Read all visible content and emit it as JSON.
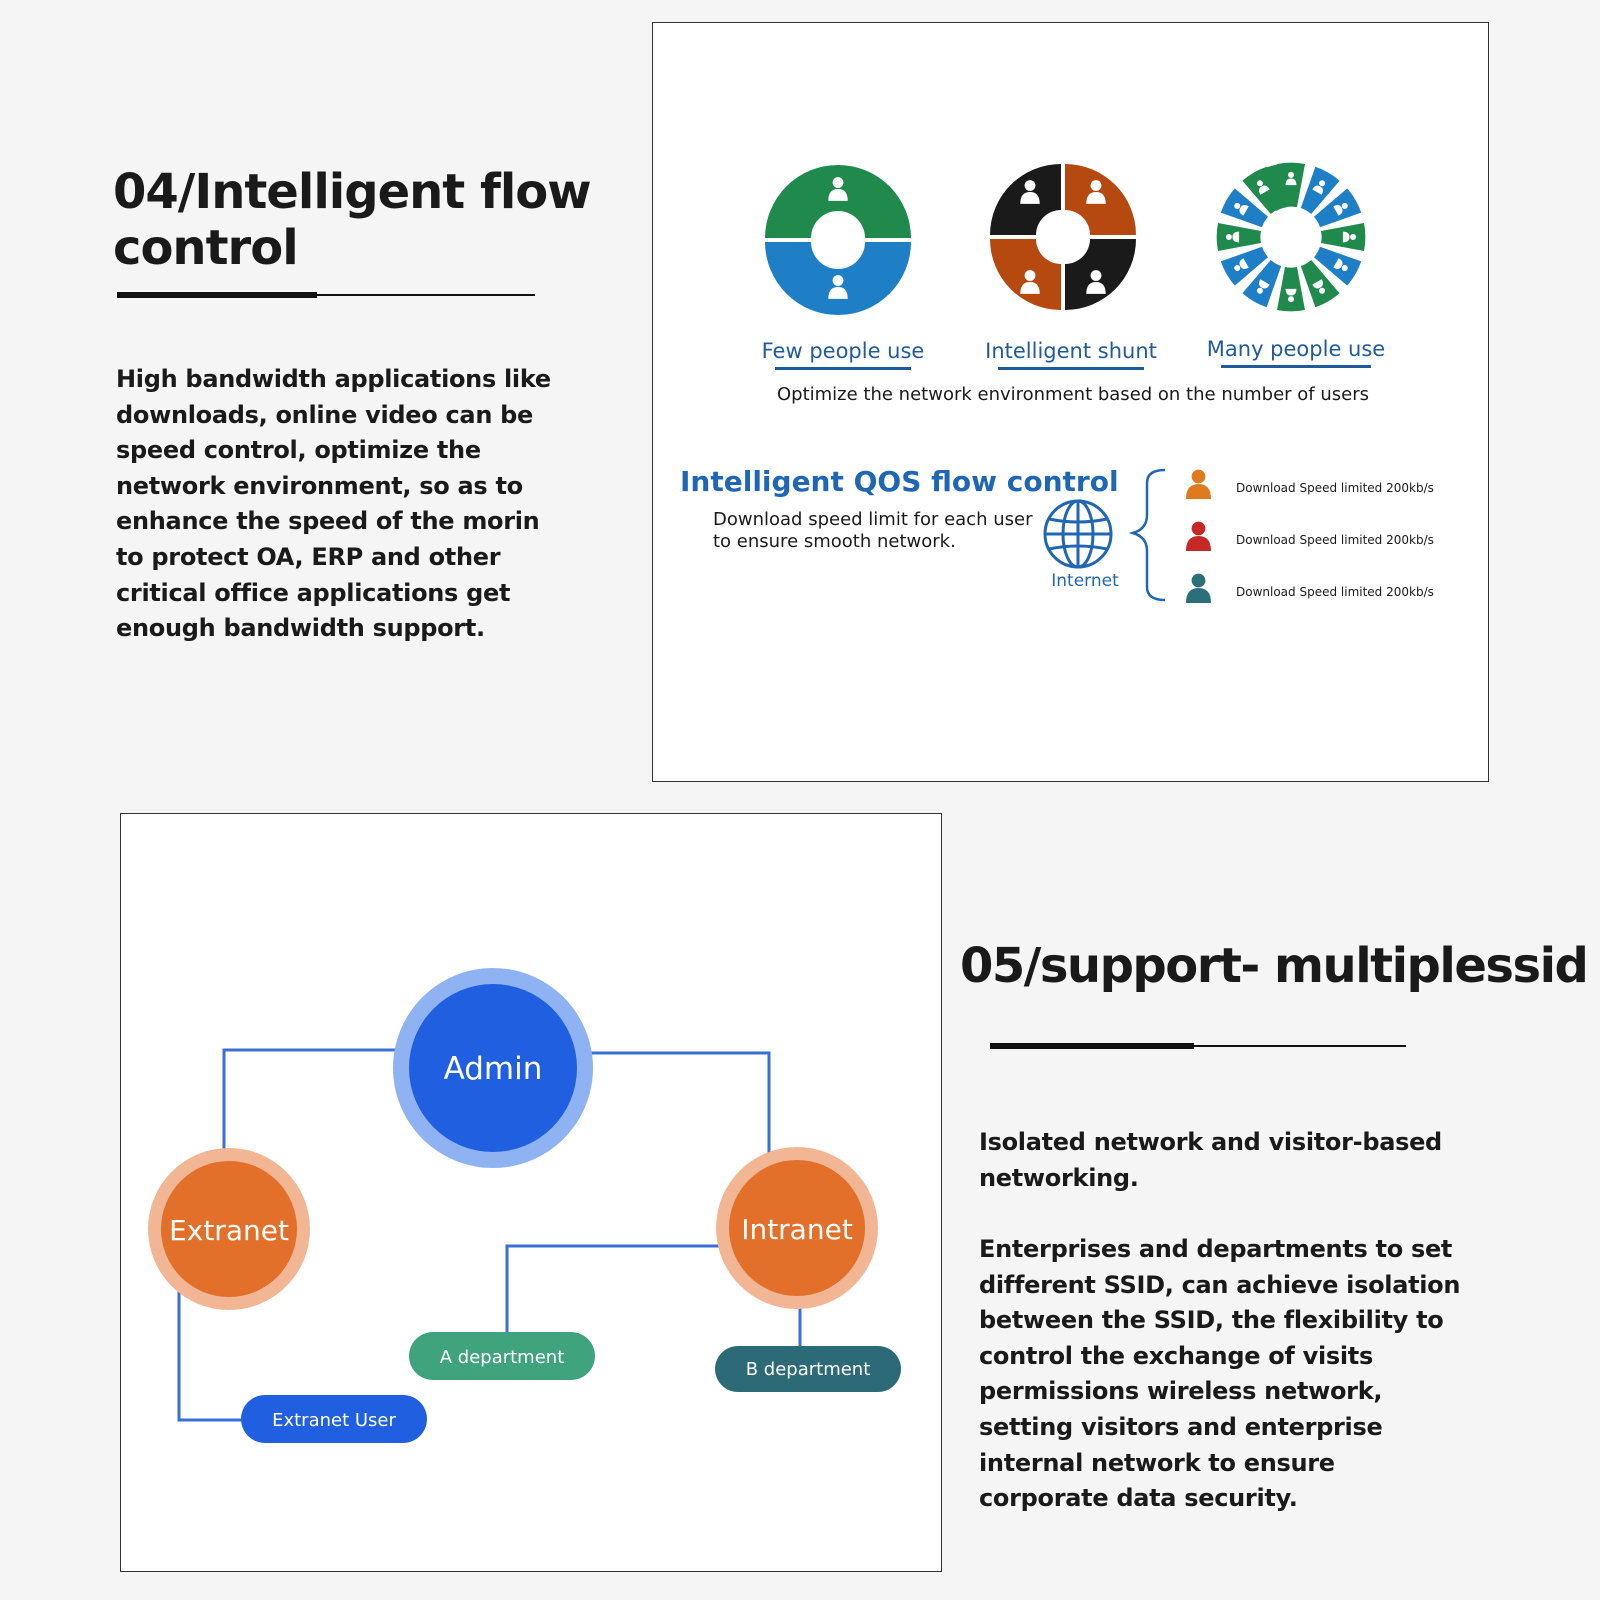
{
  "section_04": {
    "title_line1": "04/Intelligent flow",
    "title_line2": "control",
    "body_lines": [
      "High bandwidth applications like",
      "downloads, online video can be",
      "speed control, optimize the",
      "network environment, so as to",
      "enhance the speed of the morin",
      "to protect OA, ERP and other",
      "critical office applications get",
      "enough bandwidth support."
    ]
  },
  "flow_panel": {
    "rings": [
      {
        "label": "Few people use",
        "colors": [
          "#1f8a4c",
          "#1f7fc6"
        ]
      },
      {
        "label": "Intelligent shunt",
        "colors": [
          "#1a1a1a",
          "#b5490f"
        ]
      },
      {
        "label": "Many people use",
        "colors": [
          "#1f8a4c",
          "#1f7fc6"
        ]
      }
    ],
    "caption": "Optimize the network environment based on the number of users",
    "qos_title": "Intelligent QOS flow control",
    "qos_desc_line1": "Download speed limit for each user",
    "qos_desc_line2": "to ensure smooth network.",
    "internet_label": "Internet",
    "users": [
      {
        "label": "Download Speed limited 200kb/s",
        "color": "#e07a1f"
      },
      {
        "label": "Download Speed limited 200kb/s",
        "color": "#c62828"
      },
      {
        "label": "Download Speed limited 200kb/s",
        "color": "#2a6f7a"
      }
    ]
  },
  "ssid_panel": {
    "admin": "Admin",
    "extranet": "Extranet",
    "intranet": "Intranet",
    "a_department": "A department",
    "b_department": "B department",
    "extranet_user": "Extranet User"
  },
  "section_05": {
    "title": "05/support- multiplessid",
    "para1_lines": [
      "Isolated network and visitor-based",
      "networking."
    ],
    "para2_lines": [
      "Enterprises and departments to set",
      "different SSID, can achieve isolation",
      "between the SSID, the flexibility to",
      "control  the exchange of visits",
      "permissions wireless network,",
      "setting visitors and enterprise",
      "internal network to ensure",
      "corporate data security."
    ]
  },
  "colors": {
    "admin_blue": "#1f5fe0",
    "node_orange": "#e2702b",
    "a_dept_green": "#3fa47e",
    "b_dept_teal": "#2d6a78",
    "line_blue": "#3a6fd8",
    "qos_blue": "#1f66b5"
  }
}
